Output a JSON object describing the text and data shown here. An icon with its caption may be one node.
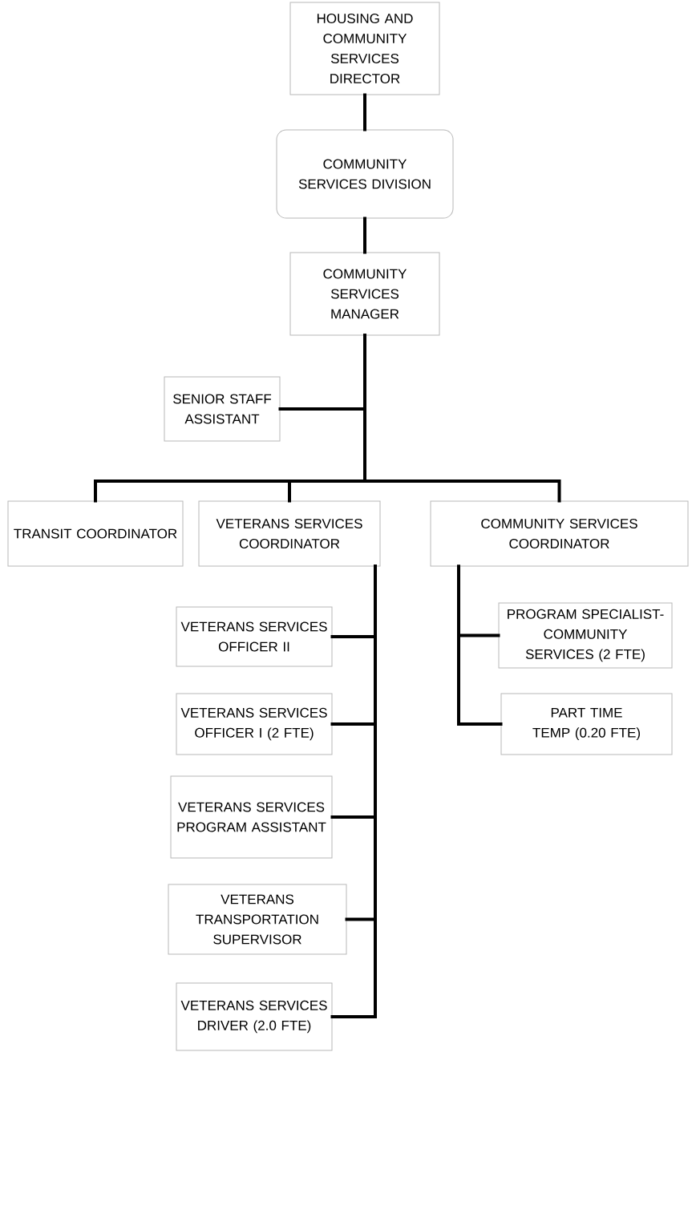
{
  "diagram": {
    "nodes": [
      {
        "text": [
          "HOUSING AND COMMUNITY SERVICES DIRECTOR"
        ]
      },
      {
        "text": [
          "COMMUNITY SERVICES DIVISION"
        ]
      },
      {
        "text": [
          "COMMUNITY SERVICES MANAGER"
        ]
      },
      {
        "text": [
          "SENIOR STAFF ASSISTANT"
        ]
      },
      {
        "text": [
          "TRANSIT COORDINATOR"
        ]
      },
      {
        "text": [
          "VETERANS SERVICES COORDINATOR"
        ]
      },
      {
        "text": [
          "COMMUNITY SERVICES COORDINATOR"
        ]
      },
      {
        "text": [
          "VETERANS SERVICES OFFICER II"
        ]
      },
      {
        "text": [
          "VETERANS SERVICES OFFICER I (2 FTE)"
        ]
      },
      {
        "text": [
          "VETERANS SERVICES PROGRAM ASSISTANT"
        ]
      },
      {
        "text": [
          "VETERANS TRANSPORTATION SUPERVISOR"
        ]
      },
      {
        "text": [
          "VETERANS SERVICES DRIVER (2.0 FTE)"
        ]
      },
      {
        "text": [
          "PROGRAM SPECIALIST-COMMUNITY SERVICES (2 FTE)"
        ]
      },
      {
        "text": [
          "PART TIME TEMP (0.20 FTE)"
        ]
      }
    ],
    "edges": [
      {
        "from": 0,
        "to": 1,
        "arrow": "none"
      },
      {
        "from": 1,
        "to": 2,
        "arrow": "none"
      },
      {
        "from": 2,
        "to": 3,
        "arrow": "none"
      },
      {
        "from": 2,
        "to": 4,
        "arrow": "none"
      },
      {
        "from": 2,
        "to": 5,
        "arrow": "none"
      },
      {
        "from": 2,
        "to": 6,
        "arrow": "none"
      },
      {
        "from": 5,
        "to": 7,
        "arrow": "none"
      },
      {
        "from": 5,
        "to": 8,
        "arrow": "none"
      },
      {
        "from": 5,
        "to": 9,
        "arrow": "none"
      },
      {
        "from": 5,
        "to": 10,
        "arrow": "none"
      },
      {
        "from": 5,
        "to": 11,
        "arrow": "none"
      },
      {
        "from": 6,
        "to": 12,
        "arrow": "none"
      },
      {
        "from": 6,
        "to": 13,
        "arrow": "none"
      }
    ]
  }
}
